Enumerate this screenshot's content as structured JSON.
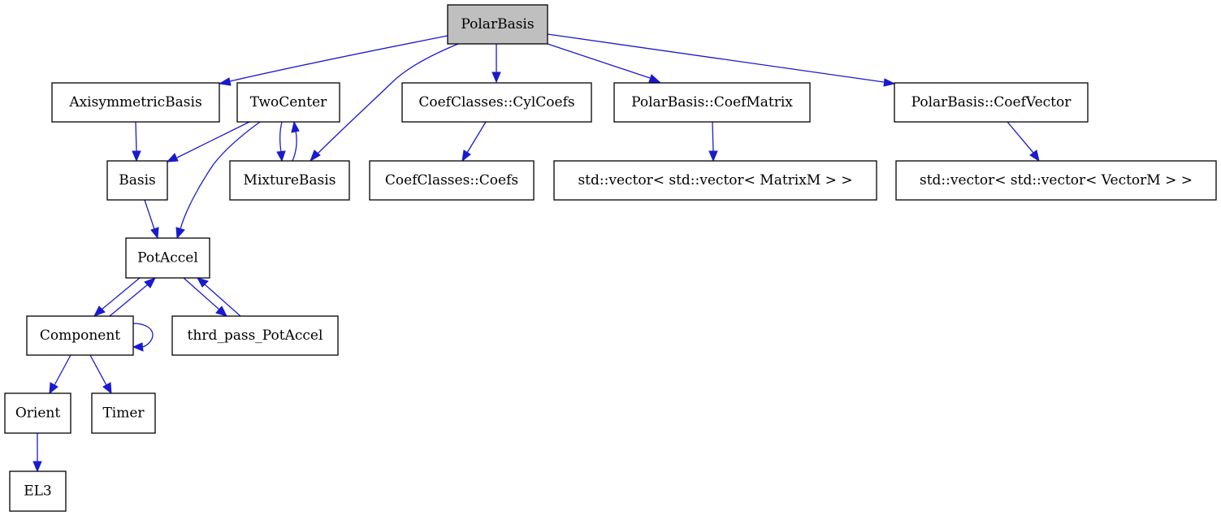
{
  "diagram": {
    "edge_color": "#1a1acd",
    "root_fill": "#bfbfbf",
    "nodes": [
      {
        "id": "PolarBasis",
        "label": "PolarBasis",
        "root": true
      },
      {
        "id": "AxisymmetricBasis",
        "label": "AxisymmetricBasis"
      },
      {
        "id": "TwoCenter",
        "label": "TwoCenter"
      },
      {
        "id": "CylCoefs",
        "label": "CoefClasses::CylCoefs"
      },
      {
        "id": "CoefMatrix",
        "label": "PolarBasis::CoefMatrix"
      },
      {
        "id": "CoefVector",
        "label": "PolarBasis::CoefVector"
      },
      {
        "id": "Basis",
        "label": "Basis"
      },
      {
        "id": "MixtureBasis",
        "label": "MixtureBasis"
      },
      {
        "id": "Coefs",
        "label": "CoefClasses::Coefs"
      },
      {
        "id": "VecMatrixM",
        "label": "std::vector< std::vector< MatrixM > >"
      },
      {
        "id": "VecVectorM",
        "label": "std::vector< std::vector< VectorM > >"
      },
      {
        "id": "PotAccel",
        "label": "PotAccel"
      },
      {
        "id": "Component",
        "label": "Component"
      },
      {
        "id": "thrd_pass_PotAccel",
        "label": "thrd_pass_PotAccel"
      },
      {
        "id": "Orient",
        "label": "Orient"
      },
      {
        "id": "Timer",
        "label": "Timer"
      },
      {
        "id": "EL3",
        "label": "EL3"
      }
    ],
    "edges": [
      {
        "from": "PolarBasis",
        "to": "AxisymmetricBasis"
      },
      {
        "from": "PolarBasis",
        "to": "MixtureBasis"
      },
      {
        "from": "PolarBasis",
        "to": "CylCoefs"
      },
      {
        "from": "PolarBasis",
        "to": "CoefMatrix"
      },
      {
        "from": "PolarBasis",
        "to": "CoefVector"
      },
      {
        "from": "AxisymmetricBasis",
        "to": "Basis"
      },
      {
        "from": "TwoCenter",
        "to": "Basis"
      },
      {
        "from": "TwoCenter",
        "to": "PotAccel"
      },
      {
        "from": "TwoCenter",
        "to": "MixtureBasis"
      },
      {
        "from": "MixtureBasis",
        "to": "TwoCenter"
      },
      {
        "from": "CylCoefs",
        "to": "Coefs"
      },
      {
        "from": "CoefMatrix",
        "to": "VecMatrixM"
      },
      {
        "from": "CoefVector",
        "to": "VecVectorM"
      },
      {
        "from": "Basis",
        "to": "PotAccel"
      },
      {
        "from": "PotAccel",
        "to": "Component"
      },
      {
        "from": "Component",
        "to": "PotAccel"
      },
      {
        "from": "PotAccel",
        "to": "thrd_pass_PotAccel"
      },
      {
        "from": "thrd_pass_PotAccel",
        "to": "PotAccel"
      },
      {
        "from": "Component",
        "to": "Component"
      },
      {
        "from": "Component",
        "to": "Orient"
      },
      {
        "from": "Component",
        "to": "Timer"
      },
      {
        "from": "Orient",
        "to": "EL3"
      }
    ]
  }
}
